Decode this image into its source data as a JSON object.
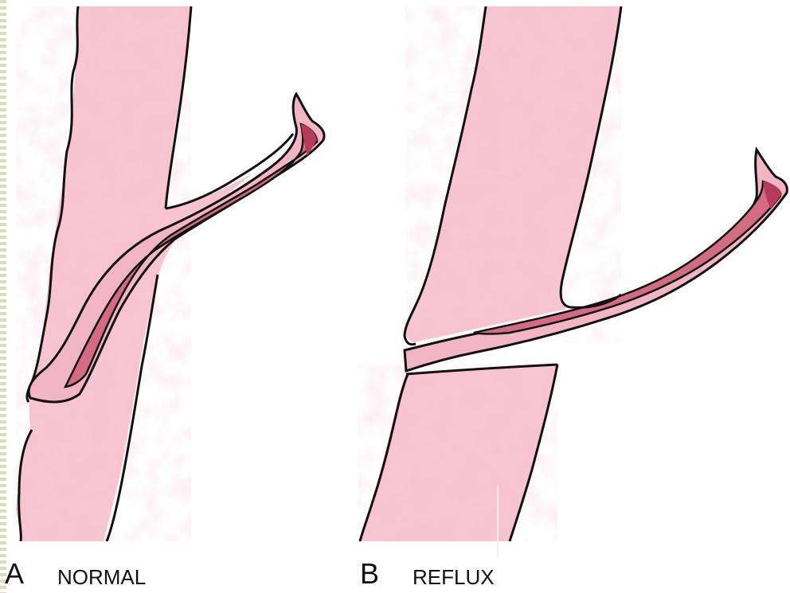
{
  "panels": [
    {
      "letter": "A",
      "caption": "NORMAL"
    },
    {
      "letter": "B",
      "caption": "REFLUX"
    }
  ],
  "colors": {
    "bladder_wall": "#f7c3d1",
    "bladder_texture": "#f1a9bd",
    "ureter_wall": "#f2b5c5",
    "ureter_lumen": "#c14a67",
    "outline": "#111111"
  }
}
